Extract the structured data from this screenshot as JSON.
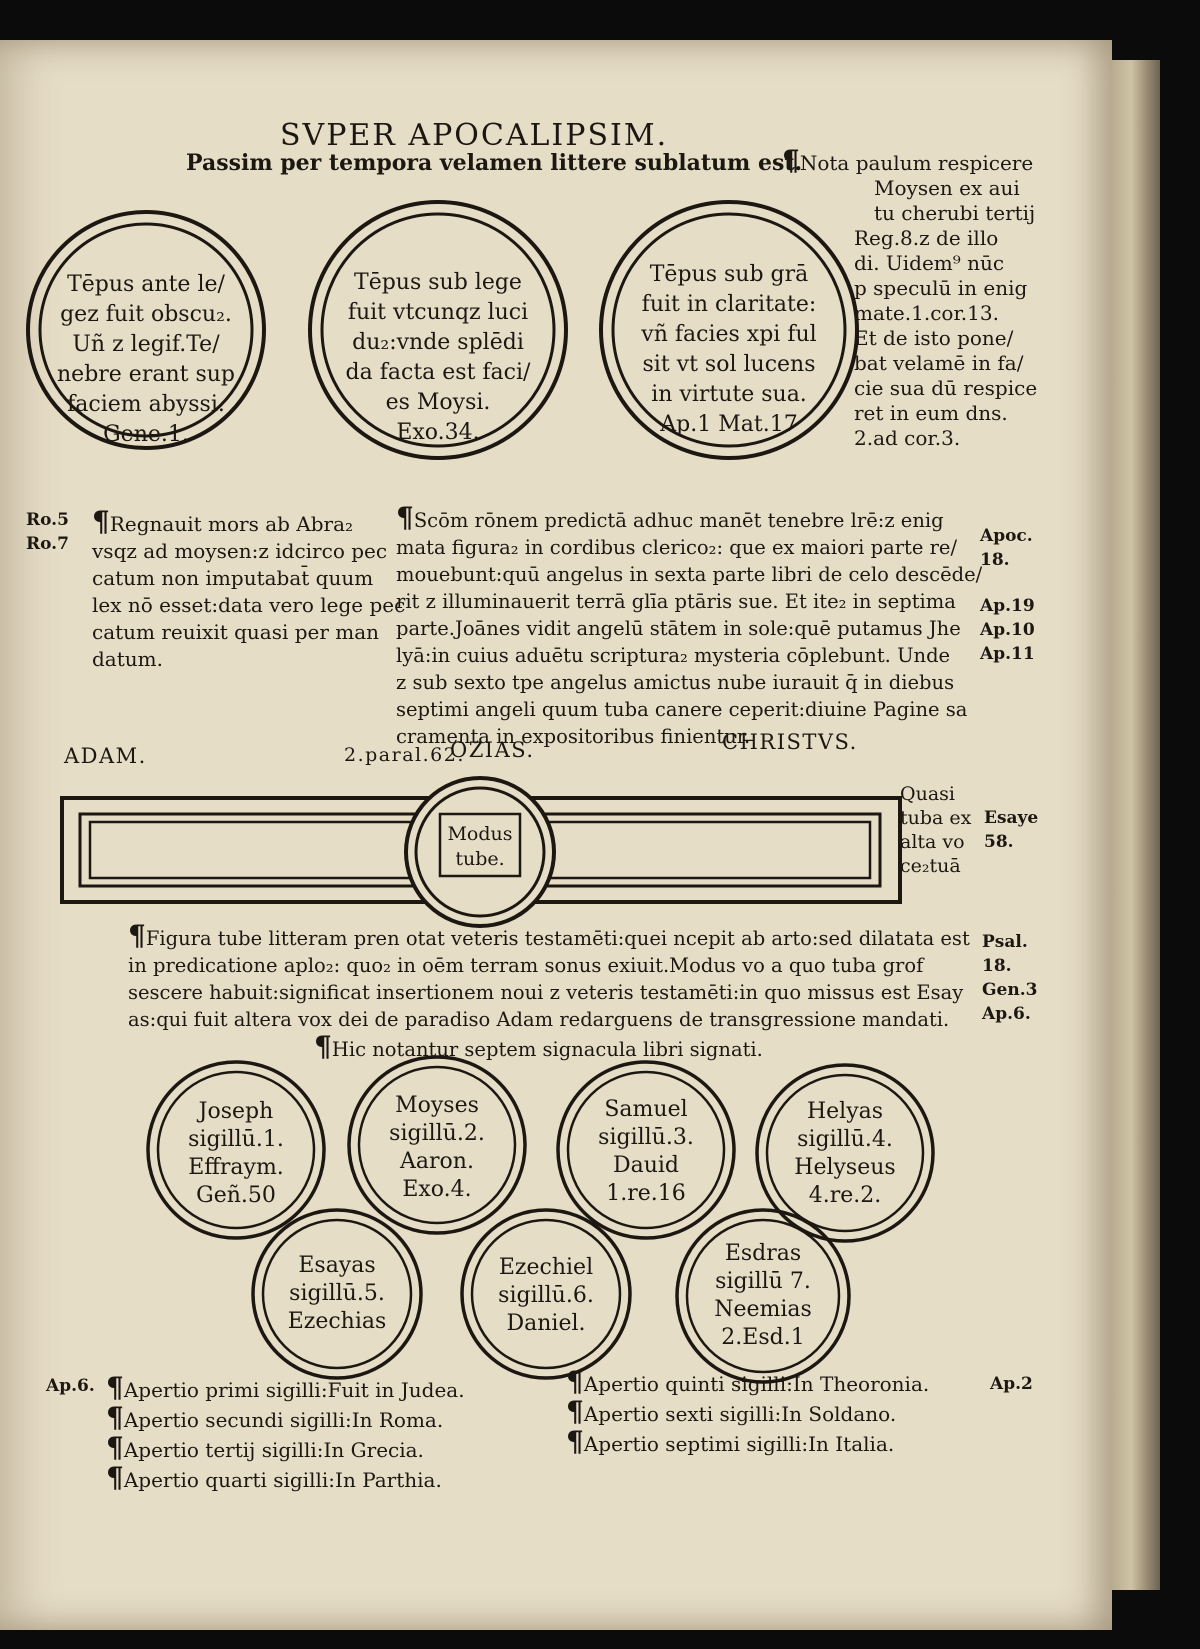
{
  "header": {
    "title": "SVPER APOCALIPSIM.",
    "subtitle": "Passim per tempora velamen littere sublatum est."
  },
  "right_note": {
    "lines": [
      "Nota paulum respicere",
      "Moysen ex aui",
      "tu cherubi tertij",
      "Reg.8.z de illo",
      "di. Uidem⁹ nūc",
      "p speculū in enig",
      "mate.1.cor.13.",
      "Et de isto pone/",
      "bat velamē in fa/",
      "cie sua dū respice",
      "ret in eum dns.",
      "2.ad cor.3."
    ]
  },
  "circles": [
    {
      "lines": [
        "Tēpus ante le/",
        "gez fuit obscu₂.",
        "Uñ z legif.Te/",
        "nebre erant sup",
        "faciem abyssi.",
        "Gene.1."
      ]
    },
    {
      "lines": [
        "Tēpus sub lege",
        "fuit vtcunqz luci",
        "du₂:vnde splēdi",
        "da facta est faci/",
        "es Moysi.",
        "Exo.34."
      ]
    },
    {
      "lines": [
        "Tēpus sub grā",
        "fuit in claritate:",
        "vñ facies xpi ful",
        "sit vt sol lucens",
        "in virtute sua.",
        "Ap.1 Mat.17"
      ]
    }
  ],
  "left_margin": [
    "Ro.5",
    "Ro.7"
  ],
  "regnauit": {
    "lines": [
      "Regnauit mors ab Abra₂",
      "vsqz ad moysen:z idcirco pec",
      "catum non imputabat̄ quum",
      "lex nō esset:data vero lege pec",
      "catum reuixit quasi per man",
      "datum."
    ]
  },
  "middle_text": {
    "lines": [
      "Scōm rōnem predictā adhuc manēt tenebre lrē:z enig",
      "mata figura₂ in cordibus clerico₂: que ex maiori parte re/",
      "mouebunt:quū angelus in sexta parte libri de celo descēde/",
      "rit z illuminauerit terrā glīa ptāris sue. Et ite₂ in septima",
      "parte.Joānes vidit angelū stātem in sole:quē putamus Jhe",
      "lyā:in cuius aduētu scriptura₂ mysteria cōplebunt. Unde",
      "z sub sexto tpe angelus amictus nube iurauit q̄ in diebus",
      "septimi angeli quum tuba canere ceperit:diuine Pagine sa",
      "cramenta in expositoribus finientur."
    ]
  },
  "right_margin_top": [
    "Apoc.",
    "18.",
    "Ap.19",
    "Ap.10",
    "Ap.11"
  ],
  "names": {
    "adam": "ADAM.",
    "paral": "2.paral.62.",
    "ozias": "OZIAS.",
    "christus": "CHRISTVS."
  },
  "tube": {
    "label_1": "Modus",
    "label_2": "tube."
  },
  "quasi": {
    "lines": [
      "Quasi",
      "tuba ex",
      "alta vo",
      "ce₂tuā"
    ],
    "ref": [
      "Esaye",
      "58."
    ]
  },
  "figura": {
    "lines": [
      "Figura tube litteram pren otat veteris testamēti:quei ncepit ab arto:sed dilatata est",
      "in predicatione aplo₂: quo₂ in oēm terram sonus exiuit.Modus vo a quo tuba grof",
      "sescere habuit:significat insertionem noui z veteris testamēti:in quo missus est Esay",
      "as:qui fuit altera vox dei de paradiso Adam redarguens de transgressione mandati."
    ],
    "hic": "Hic notantur septem signacula libri signati.",
    "refs": [
      "Psal.",
      "18.",
      "Gen.3",
      "Ap.6."
    ]
  },
  "seals": [
    {
      "lines": [
        "Joseph",
        "sigillū.1.",
        "Effraym.",
        "Geñ.50"
      ]
    },
    {
      "lines": [
        "Moyses",
        "sigillū.2.",
        "Aaron.",
        "Exo.4."
      ]
    },
    {
      "lines": [
        "Samuel",
        "sigillū.3.",
        "Dauid",
        "1.re.16"
      ]
    },
    {
      "lines": [
        "Helyas",
        "sigillū.4.",
        "Helyseus",
        "4.re.2."
      ]
    },
    {
      "lines": [
        "Esayas",
        "sigillū.5.",
        "Ezechias"
      ]
    },
    {
      "lines": [
        "Ezechiel",
        "sigillū.6.",
        "Daniel."
      ]
    },
    {
      "lines": [
        "Esdras",
        "sigillū 7.",
        "Neemias",
        "2.Esd.1"
      ]
    }
  ],
  "apertio_left": [
    "Apertio primi sigilli:Fuit in Judea.",
    "Apertio secundi sigilli:In Roma.",
    "Apertio tertij sigilli:In Grecia.",
    "Apertio quarti sigilli:In Parthia."
  ],
  "apertio_right": [
    "Apertio quinti sigilli:In Theoronia.",
    "Apertio sexti sigilli:In Soldano.",
    "Apertio septimi sigilli:In Italia."
  ],
  "apertio_refs": {
    "left": "Ap.6.",
    "right": "Ap.2"
  },
  "colors": {
    "paper": "#e6ddc7",
    "ink": "#1d1712",
    "background": "#0b0b0b"
  }
}
